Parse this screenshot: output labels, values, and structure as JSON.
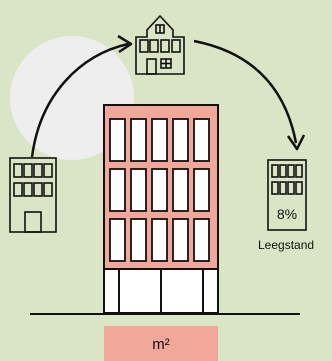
{
  "diagram": {
    "vacancy_rate": "8%",
    "vacancy_label": "Leegstand",
    "area_label": "m²"
  },
  "colors": {
    "background": "#d9e5c4",
    "circle": "#eeeeee",
    "building_fill": "#f2a79b",
    "line": "#111111"
  }
}
